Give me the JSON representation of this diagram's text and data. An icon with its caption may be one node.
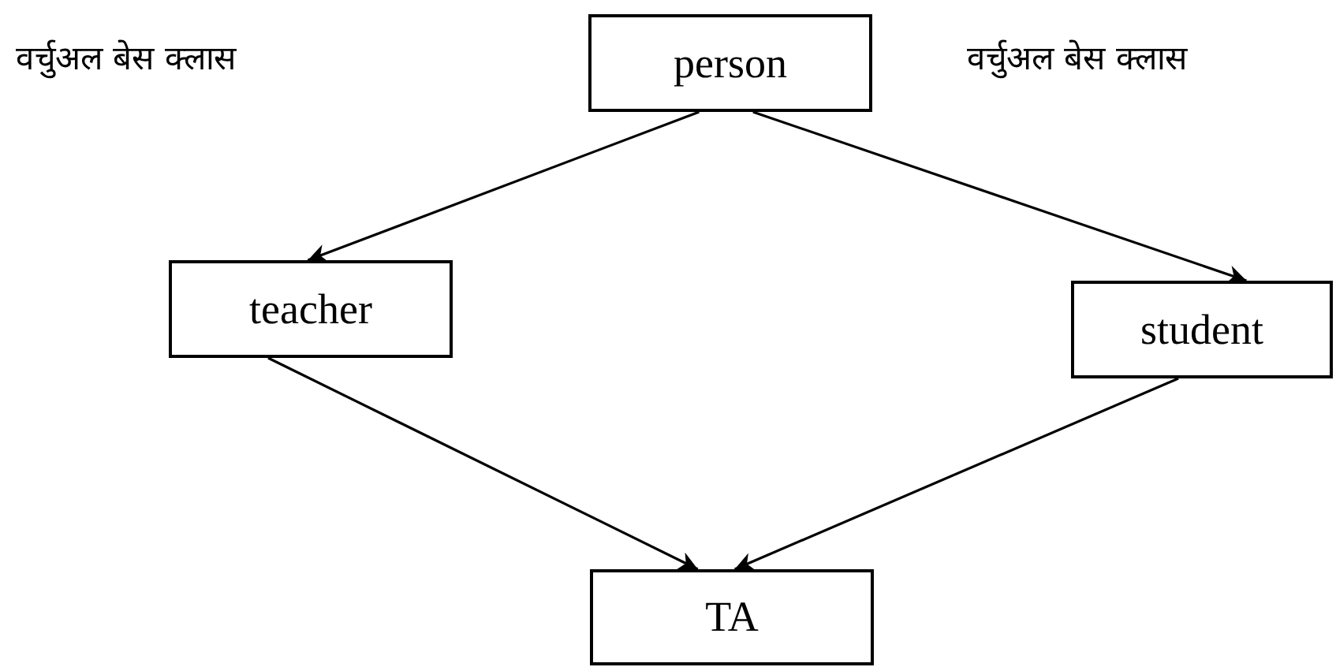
{
  "diagram": {
    "nodes": [
      {
        "text": [
          "person"
        ]
      },
      {
        "text": [
          "teacher"
        ]
      },
      {
        "text": [
          "student"
        ]
      },
      {
        "text": [
          "TA"
        ]
      }
    ],
    "edges": [
      {
        "from": 0,
        "to": 1,
        "arrow": "to"
      },
      {
        "from": 0,
        "to": 2,
        "arrow": "to"
      },
      {
        "from": 1,
        "to": 3,
        "arrow": "to"
      },
      {
        "from": 2,
        "to": 3,
        "arrow": "to"
      }
    ],
    "labels": [
      "वर्चुअल बेस क्लास",
      "वर्चुअल बेस क्लास"
    ]
  }
}
